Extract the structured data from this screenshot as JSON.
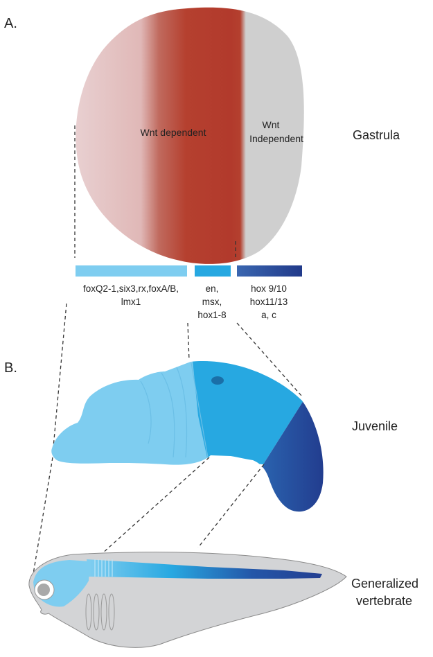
{
  "panel_labels": {
    "a": "A.",
    "b": "B."
  },
  "gastrula": {
    "wnt_dependent": "Wnt dependent",
    "wnt_independent_line1": "Wnt",
    "wnt_independent_line2": "Independent",
    "stage_label": "Gastrula"
  },
  "gene_domains": {
    "anterior": {
      "line1": "foxQ2-1,six3,rx,foxA/B,",
      "line2": "lmx1",
      "color": "#7ecdf0"
    },
    "middle": {
      "line1": "en,",
      "line2": "msx,",
      "line3": "hox1-8",
      "color": "#27a8e1"
    },
    "posterior": {
      "line1": "hox 9/10",
      "line2": "hox11/13",
      "line3": "a, c",
      "color": "#243f91"
    }
  },
  "juvenile": {
    "stage_label": "Juvenile"
  },
  "vertebrate": {
    "label_line1": "Generalized",
    "label_line2": "vertebrate"
  },
  "colors": {
    "wnt_gradient_light": "#e4c3c4",
    "wnt_gradient_dark": "#b33a2d",
    "wnt_independent_gray": "#cfcfcf",
    "body_gray": "#d3d4d6",
    "outline": "#888888"
  }
}
